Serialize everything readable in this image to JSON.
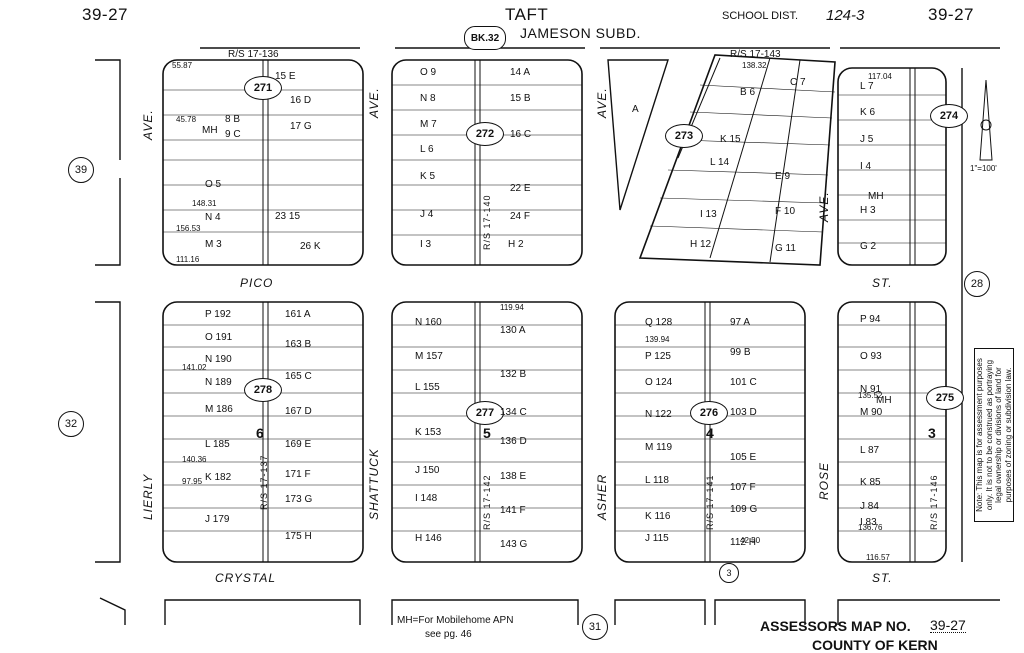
{
  "header": {
    "page_left": "39-27",
    "page_right": "39-27",
    "title": "TAFT",
    "book": "BK.32",
    "subdivision": "JAMESON SUBD.",
    "school_label": "SCHOOL DIST.",
    "school_value": "124-3"
  },
  "streets": {
    "pico": "PICO",
    "crystal": "CRYSTAL",
    "st_top": "ST.",
    "st_bottom": "ST.",
    "ave_1": "AVE.",
    "ave_2": "AVE.",
    "ave_3": "AVE.",
    "ave_4": "AVE.",
    "lierly": "LIERLY",
    "shattuck": "SHATTUCK",
    "asher": "ASHER",
    "rose": "ROSE"
  },
  "adjacent_pages": [
    "39",
    "32",
    "28",
    "31"
  ],
  "block_numbers": [
    "271",
    "272",
    "273",
    "274",
    "278",
    "277",
    "276",
    "275"
  ],
  "block_digits": [
    "6",
    "5",
    "4",
    "3"
  ],
  "rs_labels": [
    "R/S 17-136",
    "R/S 17-143",
    "R/S 17-140",
    "R/S 17-137",
    "R/S 17-142",
    "R/S 17-141",
    "R/S 17-146"
  ],
  "lot_samples": {
    "b1": [
      "15 E",
      "16 D",
      "17 G",
      "8 B",
      "9 C",
      "O 5",
      "N 4",
      "M 3",
      "23 15",
      "26 K",
      "MH"
    ],
    "b2": [
      "O 9",
      "N 8",
      "M 7",
      "L 6",
      "K 5",
      "J 4",
      "I 3",
      "14 A",
      "15 B",
      "16 C",
      "22 E",
      "24 F",
      "H 2"
    ],
    "b3": [
      "A",
      "B 6",
      "C 7",
      "K 15",
      "L 14",
      "I 13",
      "H 12",
      "E 9",
      "F 10",
      "G 11"
    ],
    "b4": [
      "L 7",
      "K 6",
      "J 5",
      "I 4",
      "H 3",
      "G 2",
      "MH"
    ],
    "b5": [
      "P 192",
      "O 191",
      "N 190",
      "N 189",
      "M 186",
      "L 185",
      "K 182",
      "J 179",
      "161 A",
      "163 B",
      "165 C",
      "167 D",
      "169 E",
      "171 F",
      "173 G",
      "175 H"
    ],
    "b6": [
      "N 160",
      "M 157",
      "L 155",
      "K 153",
      "J 150",
      "I 148",
      "H 146",
      "130 A",
      "132 B",
      "134 C",
      "136 D",
      "138 E",
      "141 F",
      "143 G"
    ],
    "b7": [
      "Q 128",
      "P 125",
      "O 124",
      "N 122",
      "M 119",
      "L 118",
      "K 116",
      "J 115",
      "97 A",
      "99 B",
      "101 C",
      "103 D",
      "105 E",
      "107 F",
      "109 G",
      "112 H"
    ],
    "b8": [
      "P 94",
      "O 93",
      "N 91",
      "M 90",
      "L 87",
      "K 85",
      "J 84",
      "I 83",
      "MH"
    ]
  },
  "dimension_samples": [
    "55.87",
    "45.78",
    "148.31",
    "156.53",
    "111.16",
    "117.04",
    "138.32",
    "139.94",
    "119.94",
    "141.02",
    "140.36",
    "97.95",
    "136.76",
    "135.52",
    "116.57",
    "42.50"
  ],
  "scale_label": "1\"=100'",
  "side_note": "Note: This map is for assessment purposes only. It is not to be construed as portraying legal ownership or divisions of land for purposes of zoning or subdivision law.",
  "footer": {
    "mh_legend": "MH=For Mobilehome APN",
    "see_page": "see pg. 46",
    "map_no_label": "ASSESSORS MAP NO.",
    "map_no_value": "39-27",
    "county": "COUNTY OF KERN"
  }
}
